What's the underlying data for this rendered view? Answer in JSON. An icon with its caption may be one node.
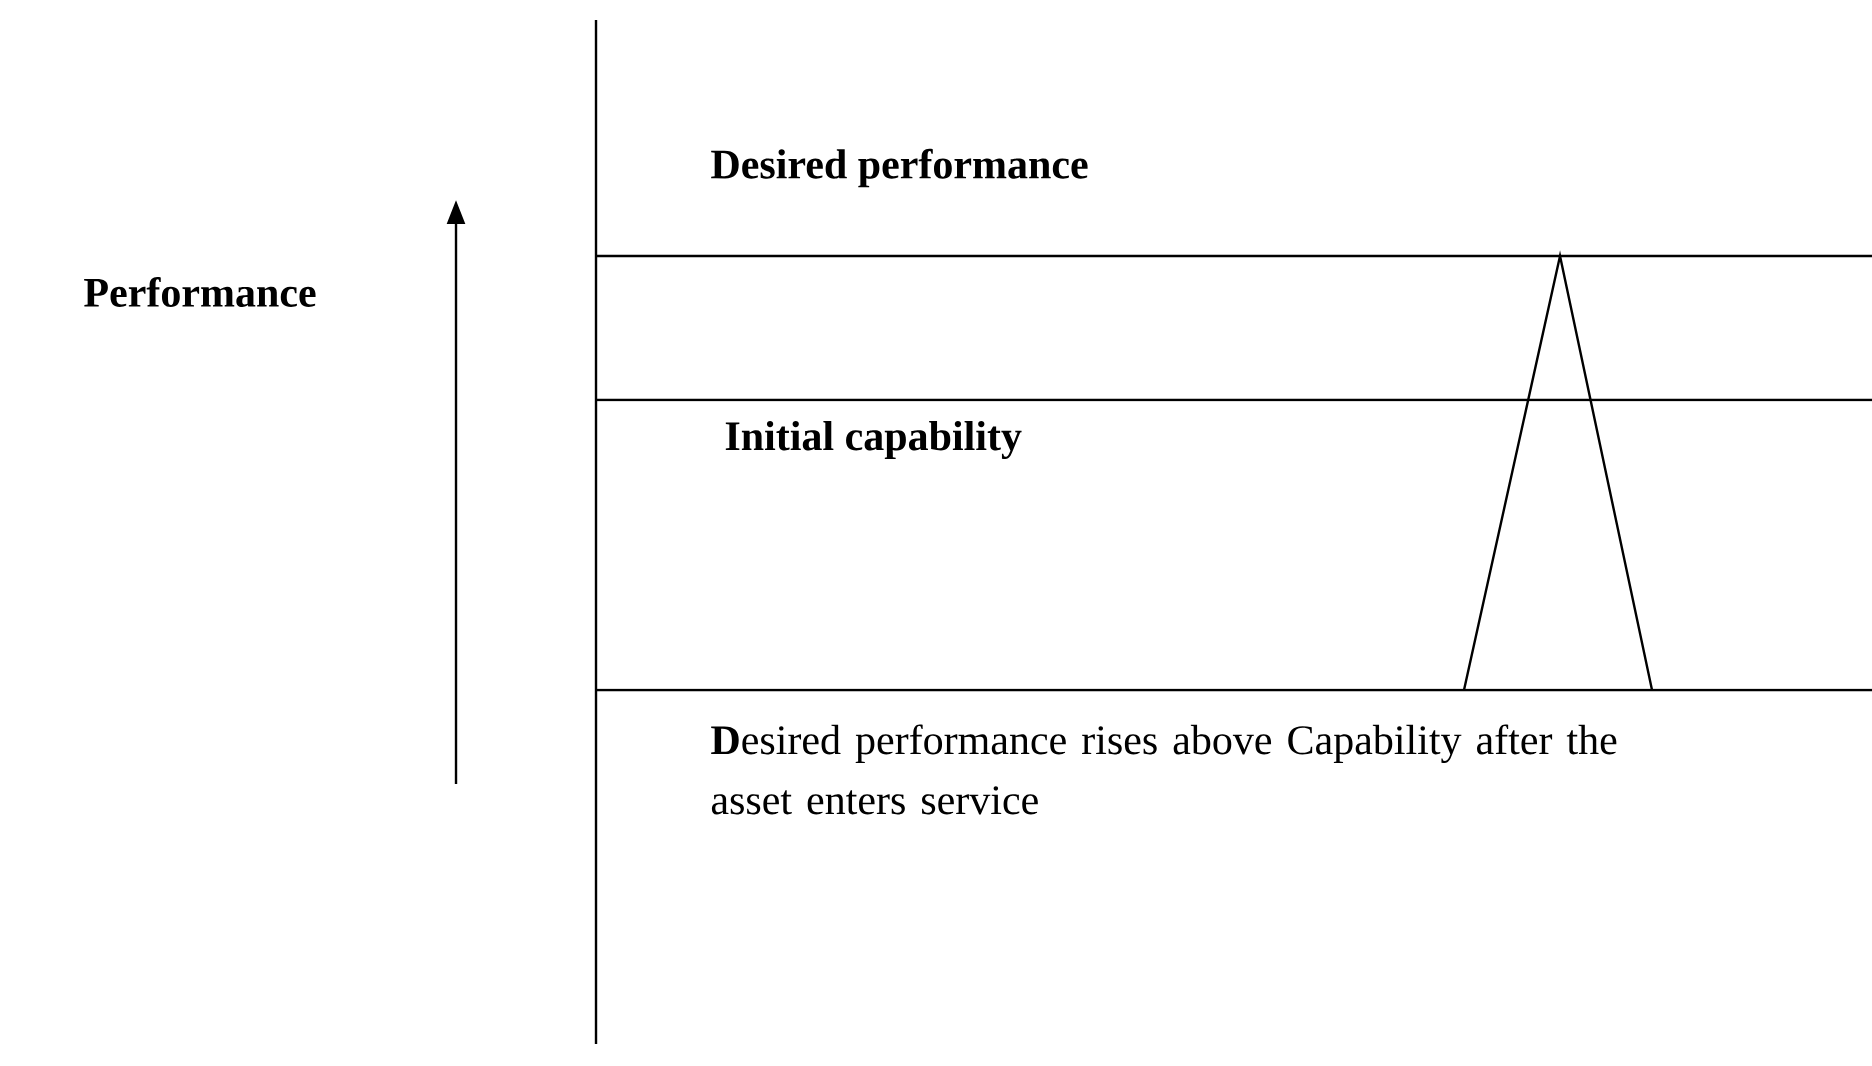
{
  "diagram": {
    "labels": [
      "Performance",
      "Desired performance",
      "Initial capability",
      "**D**esired performance rises above Capability after the asset enters service"
    ]
  }
}
